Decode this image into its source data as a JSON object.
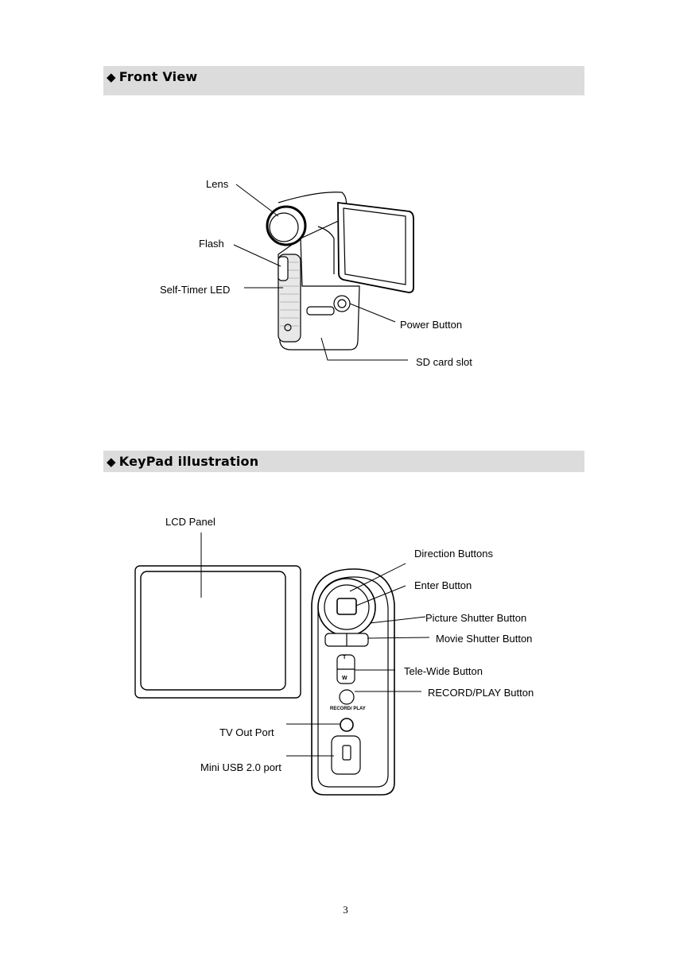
{
  "sections": {
    "front_view": {
      "marker": "◆",
      "title": "Front View"
    },
    "keypad": {
      "marker": "◆",
      "title": "KeyPad illustration"
    }
  },
  "front_labels": {
    "lens": "Lens",
    "flash": "Flash",
    "self_timer": "Self-Timer LED",
    "power": "Power Button",
    "sd_slot": "SD card slot"
  },
  "keypad_labels": {
    "lcd_panel": "LCD Panel",
    "direction": "Direction Buttons",
    "enter": "Enter Button",
    "picture_shutter": "Picture Shutter Button",
    "movie_shutter": "Movie Shutter Button",
    "tele_wide": "Tele-Wide Button",
    "record_play": "RECORD/PLAY Button",
    "tv_out": "TV Out Port",
    "mini_usb": "Mini USB 2.0 port"
  },
  "page_number": "3"
}
